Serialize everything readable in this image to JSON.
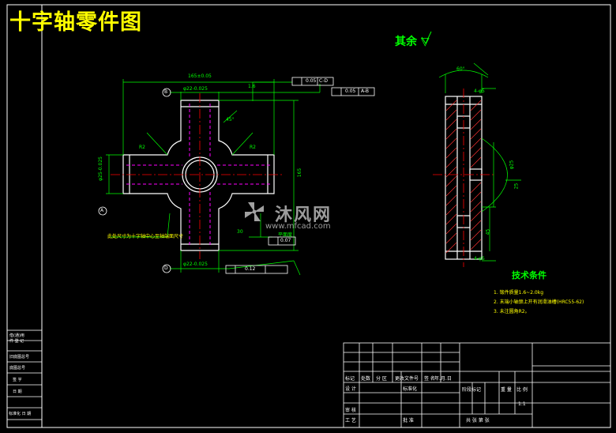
{
  "drawing_title": "十字轴零件图",
  "roughness_note": "其余 ▽",
  "tech_requirements": {
    "heading": "技术条件",
    "items": [
      "1. 锻件质量1.6~2.0kg",
      "2. 末端小轴颈上开有润滑油槽(HRC55-62)",
      "3. 未注圆角R2。"
    ]
  },
  "watermark": {
    "brand": "沐风网",
    "url": "www.mfcad.com"
  },
  "front_view_labels": {
    "overall_width": "165±0.05",
    "tol_flatness": "0.05",
    "tol_datum_c": "C-D",
    "tol_position": "0.05",
    "tol_datum_ab": "A-B",
    "dim_len_a": "1.6",
    "datum_b_top": "B",
    "datum_a_left": "A",
    "datum_d_bottom": "D",
    "dia_top": "φ22-0.025",
    "dia_bottom": "φ22-0.025",
    "dia_left": "φ25-0.025",
    "overall_height": "165",
    "r_left": "R2",
    "r_right": "R2",
    "angle_top": "45°",
    "dim_30": "30",
    "dim_bottom_tol": "0.12",
    "note_pink": "此处尺寸为十字轴中心至轴端面尺寸",
    "flat_label": "平面度",
    "flat_val": "0.07"
  },
  "side_view_labels": {
    "angle": "60°",
    "dim_top": "4-φ5",
    "dim_bottom": "4-φ5",
    "dim_right_1": "φ25",
    "dim_right_2": "25",
    "dim_side": "45"
  },
  "left_strip": {
    "rows": [
      "借(通)用",
      "件 登 记",
      "旧底图总号",
      "底图总号",
      "签  字",
      "日  期",
      "标准化 日 期"
    ]
  },
  "title_block": {
    "rows": [
      {
        "c1": "标记",
        "c2": "处数",
        "c3": "分 区",
        "c4": "更改文件号",
        "c5": "签 名",
        "c6": "年.月.日"
      },
      {
        "c1": "设 计",
        "c4": "标准化"
      },
      {
        "c1": "审 核"
      },
      {
        "c1": "工 艺",
        "c4": "批 准"
      }
    ],
    "stage_label": "阶段标记",
    "weight_label": "重 量",
    "scale_label": "比 例",
    "scale_value": "1:1",
    "sheets": "共  张 第  张"
  },
  "colors": {
    "outline": "#ffffff",
    "dimension": "#00ff00",
    "centerline": "#ff0000",
    "hidden": "#ff00ff",
    "title": "#ffff00"
  }
}
